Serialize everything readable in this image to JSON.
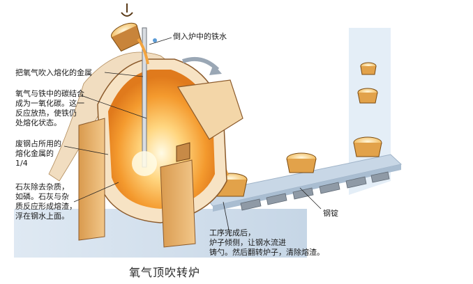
{
  "title": "氧气顶吹转炉",
  "labels": {
    "pour_iron": "倒入炉中的铁水",
    "oxygen_blow": "把氧气吹入熔化的金属",
    "carbon_reaction": "氧气与铁中的碳结合\n成为一氧化碳。这一\n反应放热，使铁仍\n处熔化状态。",
    "scrap_steel": "废钢占所用的\n熔化金属的\n1/4",
    "lime": "石灰除去杂质，\n如磷。石灰与杂\n质反应形成熔渣，\n浮在钢水上面。",
    "ingot": "钢锭",
    "process_done": "工序完成后，\n炉子倾侧，让钢水流进\n铸勺。然后翻转炉子，清除熔渣。"
  },
  "colors": {
    "molten": "#f6a23a",
    "glow": "#fff3c6",
    "brick": "#e6b06a",
    "belt": "#c8d7e6",
    "background_band": "#dfe9f3"
  }
}
